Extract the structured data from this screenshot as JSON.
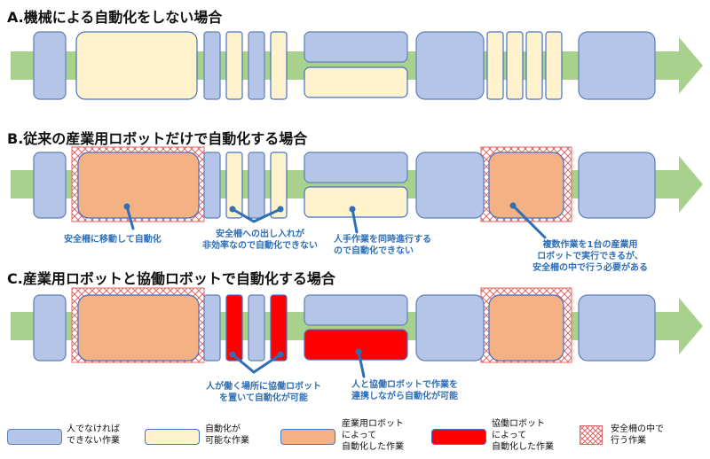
{
  "sections": [
    {
      "title": "A.機械による自動化をしない場合"
    },
    {
      "title": "B.従来の産業用ロボットだけで自動化する場合"
    },
    {
      "title": "C.産業用ロボットと協働ロボットで自動化する場合"
    }
  ],
  "annotations": {
    "b_robot": "安全柵に移動して自動化",
    "b_fence_line1": "安全柵への出し入れが",
    "b_fence_line2": "非効率なので自動化できない",
    "b_parallel_line1": "人手作業を同時進行する",
    "b_parallel_line2": "ので自動化できない",
    "b_multi_line1": "複数作業を1台の産業用",
    "b_multi_line2": "ロボットで実行できるが、",
    "b_multi_line3": "安全柵の中で行う必要がある",
    "c_cobot_line1": "人が働く場所に協働ロボット",
    "c_cobot_line2": "を置いて自動化が可能",
    "c_collab_line1": "人と協働ロボットで作業を",
    "c_collab_line2": "連携しながら自動化が可能"
  },
  "legend": [
    {
      "line1": "人でなければ",
      "line2": "できない作業",
      "line3": "",
      "kind": "human"
    },
    {
      "line1": "自動化が",
      "line2": "可能な作業",
      "line3": "",
      "kind": "automatable"
    },
    {
      "line1": "産業用ロボット",
      "line2": "によって",
      "line3": "自動化した作業",
      "kind": "industrial"
    },
    {
      "line1": "協働ロボット",
      "line2": "によって",
      "line3": "自動化した作業",
      "kind": "cobot"
    },
    {
      "line1": "安全柵の中で",
      "line2": "行う作業",
      "line3": "",
      "kind": "fence"
    }
  ],
  "colors": {
    "arrow": "#a9d18e",
    "human": "#b4c5e7",
    "human_border": "#5f7fb6",
    "automatable": "#fff2cc",
    "automatable_border": "#4472c4",
    "industrial": "#f4b183",
    "cobot": "#ff0000",
    "fence_hatch": "#e06666",
    "annotation": "#2f6fb6"
  }
}
